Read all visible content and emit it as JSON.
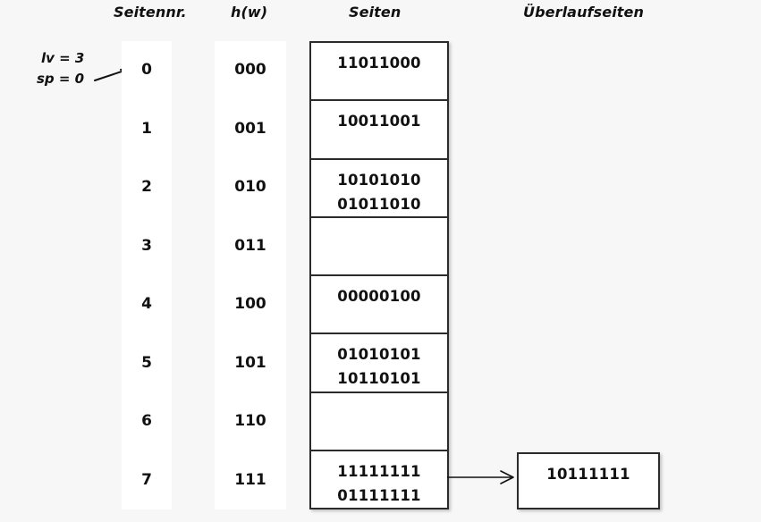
{
  "headers": {
    "page_number": "Seitennr.",
    "hash": "h(w)",
    "pages": "Seiten",
    "overflow_pages": "Überlaufseiten"
  },
  "annotations": {
    "level": "lv = 3",
    "split_pointer": "sp = 0",
    "pointer_arrow_target": "row-0"
  },
  "rows": [
    {
      "page_number": "0",
      "hash": "000",
      "entries": [
        "11011000"
      ]
    },
    {
      "page_number": "1",
      "hash": "001",
      "entries": [
        "10011001"
      ]
    },
    {
      "page_number": "2",
      "hash": "010",
      "entries": [
        "10101010",
        "01011010"
      ]
    },
    {
      "page_number": "3",
      "hash": "011",
      "entries": []
    },
    {
      "page_number": "4",
      "hash": "100",
      "entries": [
        "00000100"
      ]
    },
    {
      "page_number": "5",
      "hash": "101",
      "entries": [
        "01010101",
        "10110101"
      ]
    },
    {
      "page_number": "6",
      "hash": "110",
      "entries": []
    },
    {
      "page_number": "7",
      "hash": "111",
      "entries": [
        "11111111",
        "01111111"
      ]
    }
  ],
  "overflow": {
    "from_row": "7",
    "entries": [
      "10111111"
    ]
  },
  "colors": {
    "background": "#f7f7f7",
    "cell_background": "#ffffff",
    "border": "#2b2b2b",
    "text": "#111111"
  }
}
